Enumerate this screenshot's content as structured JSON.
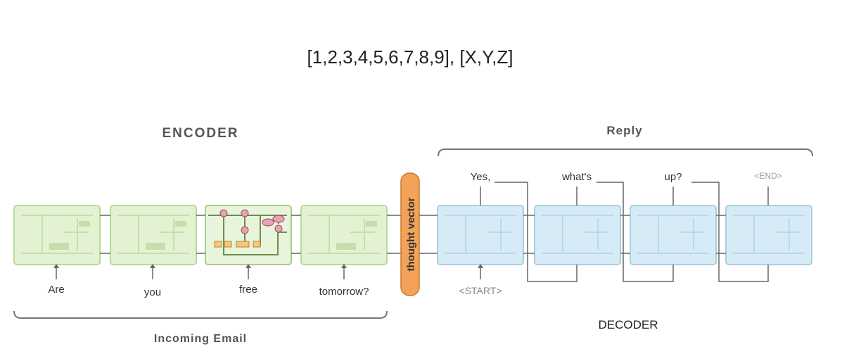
{
  "header": {
    "sequence_label": "[1,2,3,4,5,6,7,8,9], [X,Y,Z]"
  },
  "encoder": {
    "title": "ENCODER",
    "inputs": [
      "Are",
      "you",
      "free",
      "tomorrow?"
    ],
    "bracket_label": "Incoming Email",
    "colors": {
      "cell_fill": "#e3f2d2",
      "cell_border": "#b9d99a",
      "inner": "#c4dfab"
    },
    "expanded_cell_ops": [
      "x",
      "x",
      "+",
      "tanh",
      "x",
      "tanh"
    ]
  },
  "thought_vector": {
    "label": "thought vector",
    "color": "#f4a259"
  },
  "decoder": {
    "reply_label": "Reply",
    "label": "DECODER",
    "start_token": "<START>",
    "outputs": [
      "Yes,",
      "what's",
      "up?",
      "<END>"
    ],
    "colors": {
      "cell_fill": "#d7ebf6",
      "cell_border": "#a9cfe4",
      "inner": "#b8d9ec"
    }
  }
}
